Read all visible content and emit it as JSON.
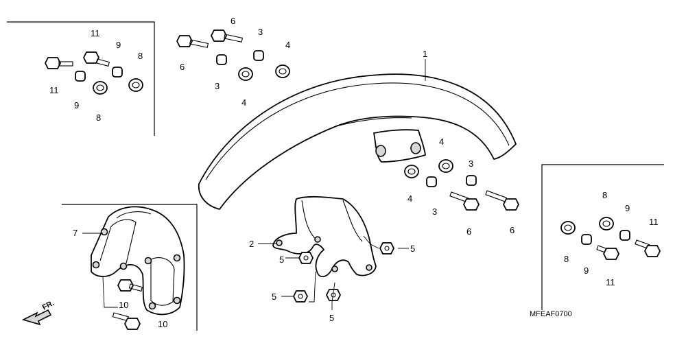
{
  "diagram": {
    "code": "MFEAF0700",
    "direction_label": "FR."
  },
  "labels": {
    "l1": "1",
    "l2": "2",
    "l3a": "3",
    "l3b": "3",
    "l3c": "3",
    "l3d": "3",
    "l4a": "4",
    "l4b": "4",
    "l4c": "4",
    "l4d": "4",
    "l5a": "5",
    "l5b": "5",
    "l5c": "5",
    "l5d": "5",
    "l6a": "6",
    "l6b": "6",
    "l6c": "6",
    "l6d": "6",
    "l7": "7",
    "l8a": "8",
    "l8b": "8",
    "l8c": "8",
    "l8d": "8",
    "l9a": "9",
    "l9b": "9",
    "l9c": "9",
    "l9d": "9",
    "l10a": "10",
    "l10b": "10",
    "l11a": "11",
    "l11b": "11",
    "l11c": "11",
    "l11d": "11"
  }
}
